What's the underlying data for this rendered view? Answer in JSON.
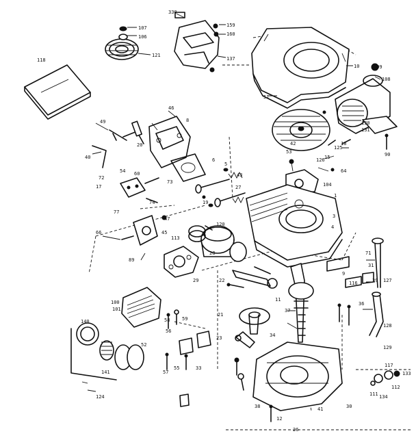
{
  "diagram": {
    "labels": {
      "l107": "107",
      "l106": "106",
      "l121": "121",
      "l330": "330",
      "l159": "159",
      "l160": "160",
      "l137": "137",
      "l118": "118",
      "l10": "10",
      "l109": "109",
      "l108": "108",
      "l51": "51",
      "l49": "49",
      "l46": "46",
      "l8": "8",
      "l20": "20",
      "l40": "40",
      "l54": "54",
      "l60": "60",
      "l72": "72",
      "l73": "73",
      "l74": "74",
      "l77": "77",
      "l17": "17",
      "l19": "19",
      "l27": "27",
      "l120": "120",
      "l6": "6",
      "l5": "5",
      "l42": "42",
      "l43": "43",
      "l53": "53",
      "l64": "64",
      "l104": "104",
      "l15": "15",
      "l18": "18",
      "l3": "3",
      "l4": "4",
      "l130": "130",
      "l131": "131",
      "l90": "90",
      "l125": "125",
      "l126": "126",
      "l66": "66",
      "l89": "89",
      "l113": "113",
      "l45": "45",
      "l47": "47",
      "l1": "1",
      "l71": "71",
      "l11": "11",
      "l37": "37",
      "l34": "34",
      "l116": "116",
      "l127": "127",
      "l128": "128",
      "l21": "21",
      "l22": "22",
      "l23": "23",
      "l36": "36",
      "l39": "39",
      "l31": "31",
      "l33": "33",
      "l9": "9",
      "l12": "12",
      "l26": "26",
      "l30": "30",
      "l38": "38",
      "l41": "41",
      "l58": "58",
      "l57": "57",
      "l52": "52",
      "l55": "55",
      "l56": "56",
      "l59": "59",
      "l100": "100",
      "l101": "101",
      "l124": "124",
      "l111": "111",
      "l112": "112",
      "l117": "117",
      "l129": "129",
      "l133": "133",
      "l134": "134",
      "l28": "28",
      "l29": "29",
      "l140": "140",
      "l141": "141"
    }
  }
}
